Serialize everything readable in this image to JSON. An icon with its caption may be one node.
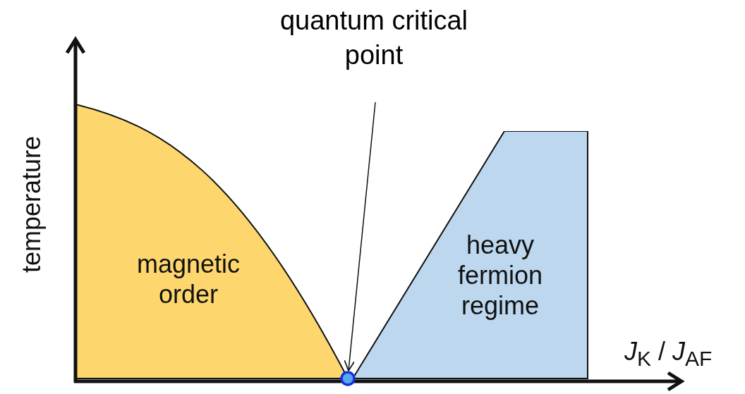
{
  "diagram": {
    "nodes": [
      {
        "text": [
          "quantum critical point"
        ]
      },
      {
        "text": [
          "magnetic order"
        ]
      },
      {
        "text": [
          "heavy fermion regime"
        ]
      },
      {
        "text": [],
        "shape": "circle"
      }
    ],
    "edges": [
      {
        "from": 0,
        "to": 3,
        "arrow": "to"
      }
    ],
    "labels": [
      "temperature",
      "*J*$_{K}$ / *J*$_{AF}$"
    ]
  }
}
